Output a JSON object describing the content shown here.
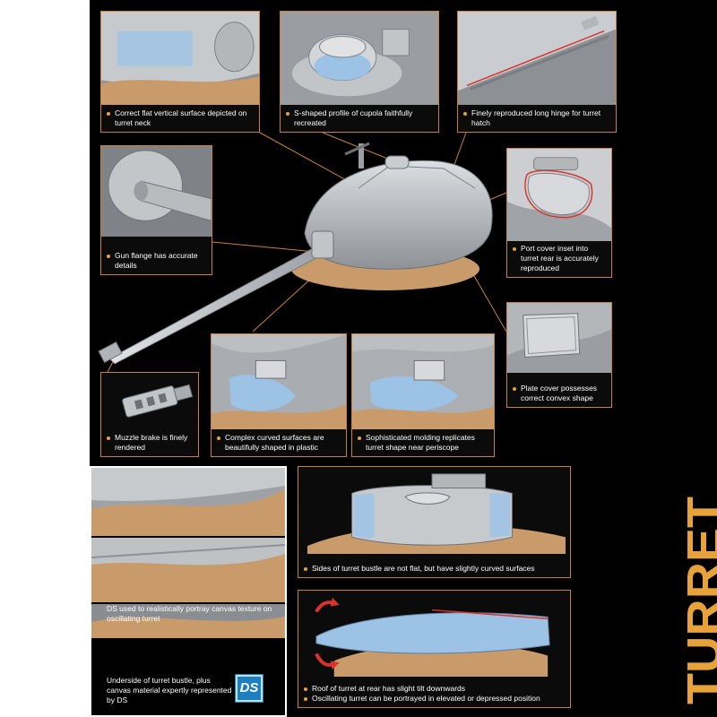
{
  "title": "TURRET",
  "brand_logo": "DS",
  "colors": {
    "background": "#000000",
    "accent_orange": "#e8a23a",
    "frame_orange": "#c8803a",
    "caption_text": "#ffffff",
    "highlight_blue": "#9cc3e6",
    "canvas_tan": "#c99b6a",
    "metal_gray": "#b9bcbf",
    "arrow_red": "#d9342b"
  },
  "callouts": {
    "turret_neck": "Correct flat vertical surface depicted on turret neck",
    "cupola": "S-shaped profile of cupola faithfully recreated",
    "hinge": "Finely reproduced long hinge for turret hatch",
    "gun_flange": "Gun flange has accurate details",
    "port_cover": "Port cover inset into turret rear is accurately reproduced",
    "plate_cover": "Plate cover possesses correct convex shape",
    "muzzle_brake": "Muzzle brake is finely rendered",
    "curved_surfaces": "Complex curved surfaces are beautifully shaped in plastic",
    "molding_periscope": "Sophisticated molding replicates turret shape near periscope",
    "bustle_sides": "Sides of turret bustle are not flat, but have slightly curved surfaces",
    "roof_tilt": "Roof of turret at rear has slight tilt downwards",
    "oscillating": "Oscillating turret can be portrayed in elevated or depressed position",
    "ds_canvas": "DS used to realistically portray canvas texture on oscillating turret",
    "underside_bustle": "Underside of turret bustle, plus canvas material expertly represented by DS"
  }
}
